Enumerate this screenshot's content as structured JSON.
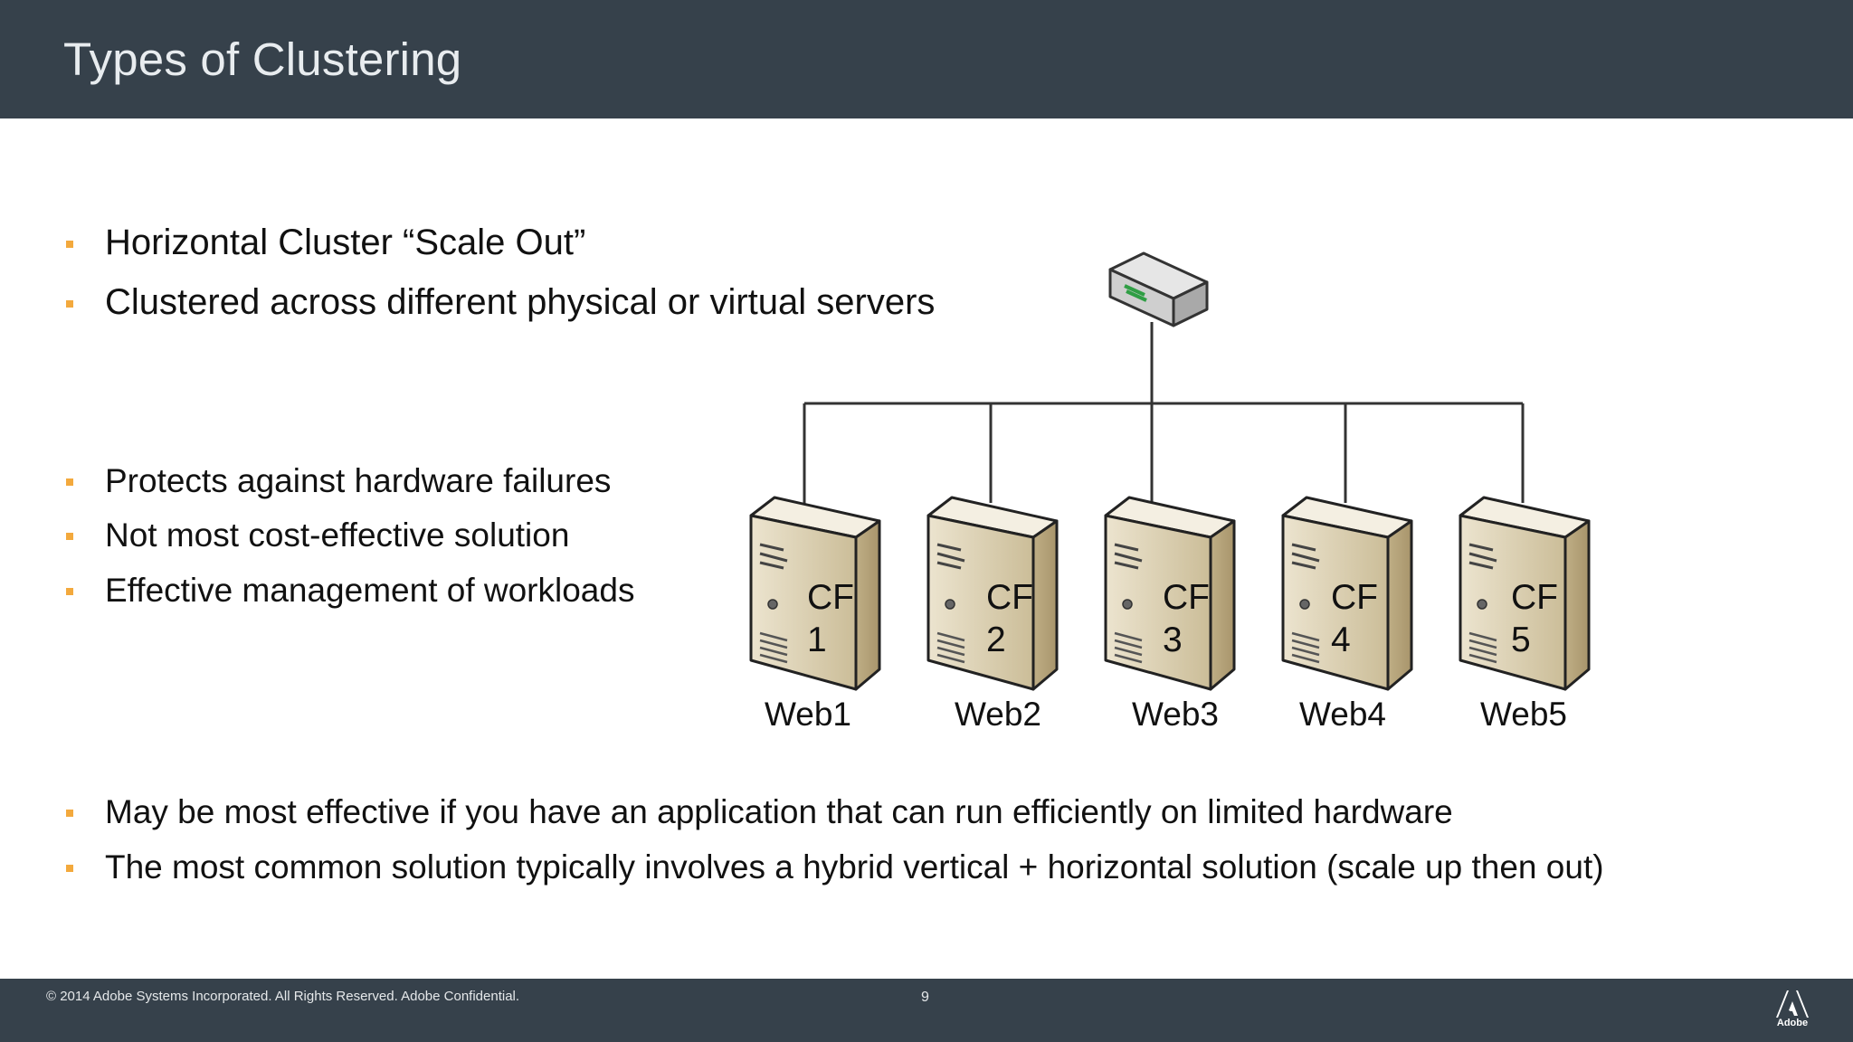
{
  "slide": {
    "title": "Types of Clustering",
    "bullets_top": [
      "Horizontal Cluster “Scale Out”",
      "Clustered across different physical or virtual servers"
    ],
    "bullets_mid": [
      "Protects against hardware failures",
      "Not most cost-effective solution",
      "Effective management of workloads"
    ],
    "bullets_bottom": [
      "May be most effective if you have an application that can run efficiently on limited hardware",
      "The most common solution typically involves a hybrid vertical + horizontal solution (scale up then out)"
    ]
  },
  "diagram": {
    "servers": [
      {
        "cf": "CF",
        "num": "1",
        "label": "Web1"
      },
      {
        "cf": "CF",
        "num": "2",
        "label": "Web2"
      },
      {
        "cf": "CF",
        "num": "3",
        "label": "Web3"
      },
      {
        "cf": "CF",
        "num": "4",
        "label": "Web4"
      },
      {
        "cf": "CF",
        "num": "5",
        "label": "Web5"
      }
    ]
  },
  "footer": {
    "copyright": "© 2014 Adobe Systems Incorporated.  All Rights Reserved.  Adobe Confidential.",
    "page_number": "9",
    "logo_text": "Adobe"
  },
  "colors": {
    "header_bg": "#36414b",
    "bullet_accent": "#f3a93d",
    "server_body": "#d8ccae"
  }
}
